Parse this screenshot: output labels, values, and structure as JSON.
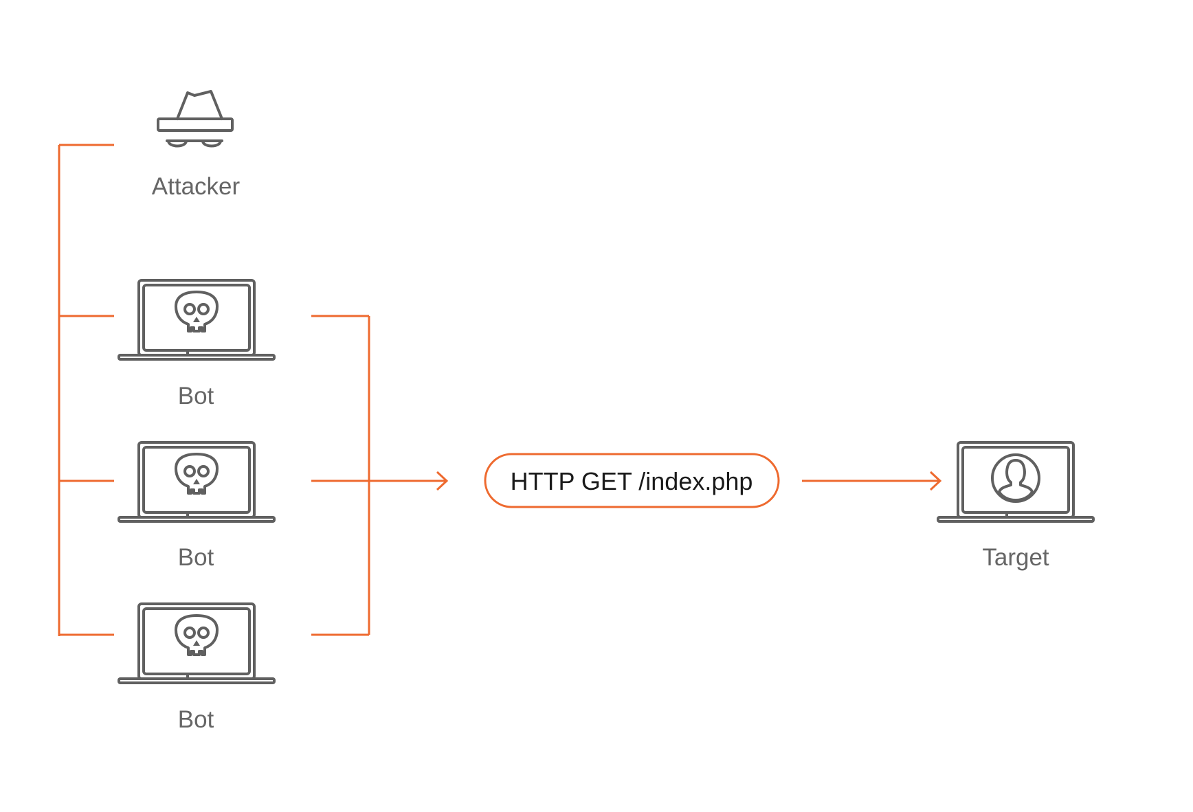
{
  "colors": {
    "accent": "#EE6A2F",
    "icon": "#606060",
    "label": "#666666",
    "text": "#1a1a1a",
    "background": "#ffffff"
  },
  "attacker": {
    "label": "Attacker",
    "icon": "spy-hat-glasses-icon"
  },
  "bots": [
    {
      "label": "Bot",
      "icon": "skull-laptop-icon"
    },
    {
      "label": "Bot",
      "icon": "skull-laptop-icon"
    },
    {
      "label": "Bot",
      "icon": "skull-laptop-icon"
    }
  ],
  "request": {
    "label": "HTTP GET /index.php"
  },
  "target": {
    "label": "Target",
    "icon": "user-laptop-icon"
  }
}
